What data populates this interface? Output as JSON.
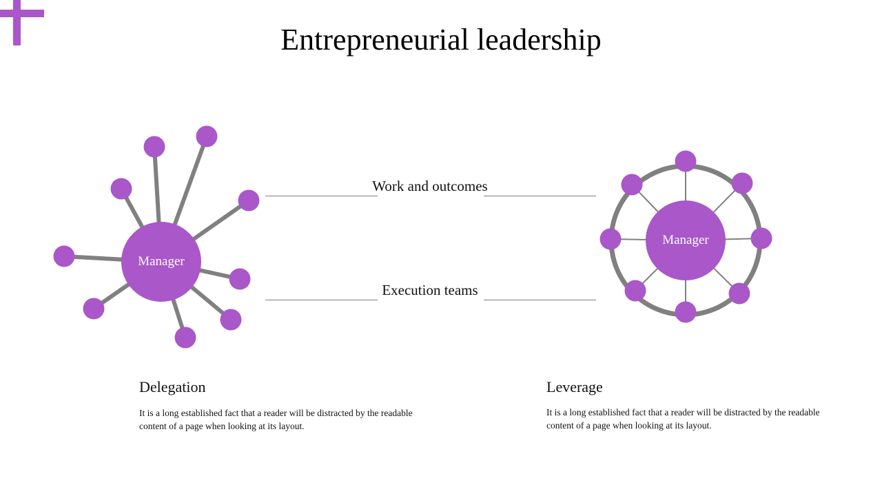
{
  "title": "Entrepreneurial leadership",
  "colors": {
    "accent": "#a957c9",
    "line": "#808080"
  },
  "left_diagram": {
    "center_label": "Manager",
    "node_count": 9
  },
  "right_diagram": {
    "center_label": "Manager",
    "node_count": 8
  },
  "middle_labels": {
    "top": "Work and outcomes",
    "bottom": "Execution teams"
  },
  "sections": [
    {
      "heading": "Delegation",
      "text": "It is a long established fact that a reader will be distracted by the readable content of a page when looking at its layout."
    },
    {
      "heading": "Leverage",
      "text": "It is a long established fact that a reader will be distracted by the readable content of a page when looking at its layout."
    }
  ]
}
